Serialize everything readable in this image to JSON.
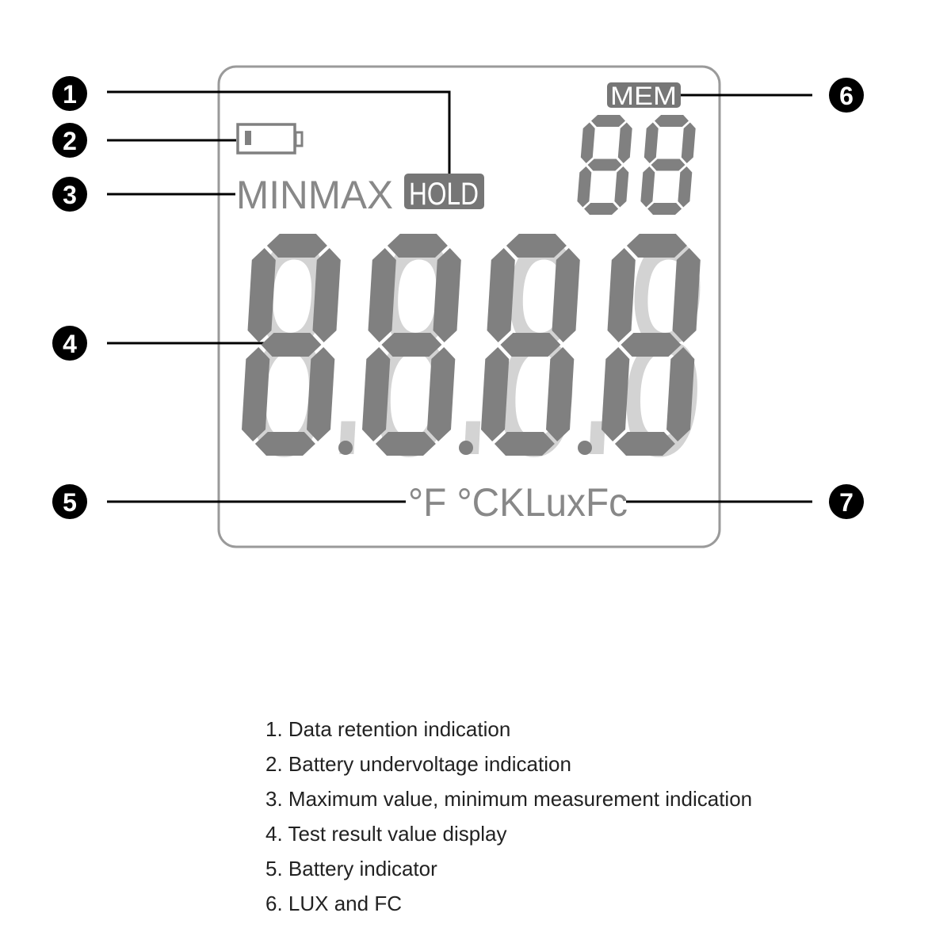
{
  "callouts": [
    {
      "number": "1"
    },
    {
      "number": "2"
    },
    {
      "number": "3"
    },
    {
      "number": "4"
    },
    {
      "number": "5"
    },
    {
      "number": "6"
    },
    {
      "number": "7"
    }
  ],
  "lcd": {
    "minmax_label": "MINMAX",
    "hold_label": "HOLD",
    "mem_label": "MEM",
    "memory_digits": "88",
    "main_digits": "8.8.8.8",
    "units_label": "°F °CKLuxFc",
    "battery_icon": "battery-low-icon",
    "segment_color": "#808080",
    "badge_color": "#767676"
  },
  "legend": [
    "1. Data retention indication",
    "2. Battery undervoltage indication",
    "3. Maximum value, minimum measurement indication",
    "4. Test result value display",
    "5. Battery indicator",
    "6. LUX and FC"
  ]
}
